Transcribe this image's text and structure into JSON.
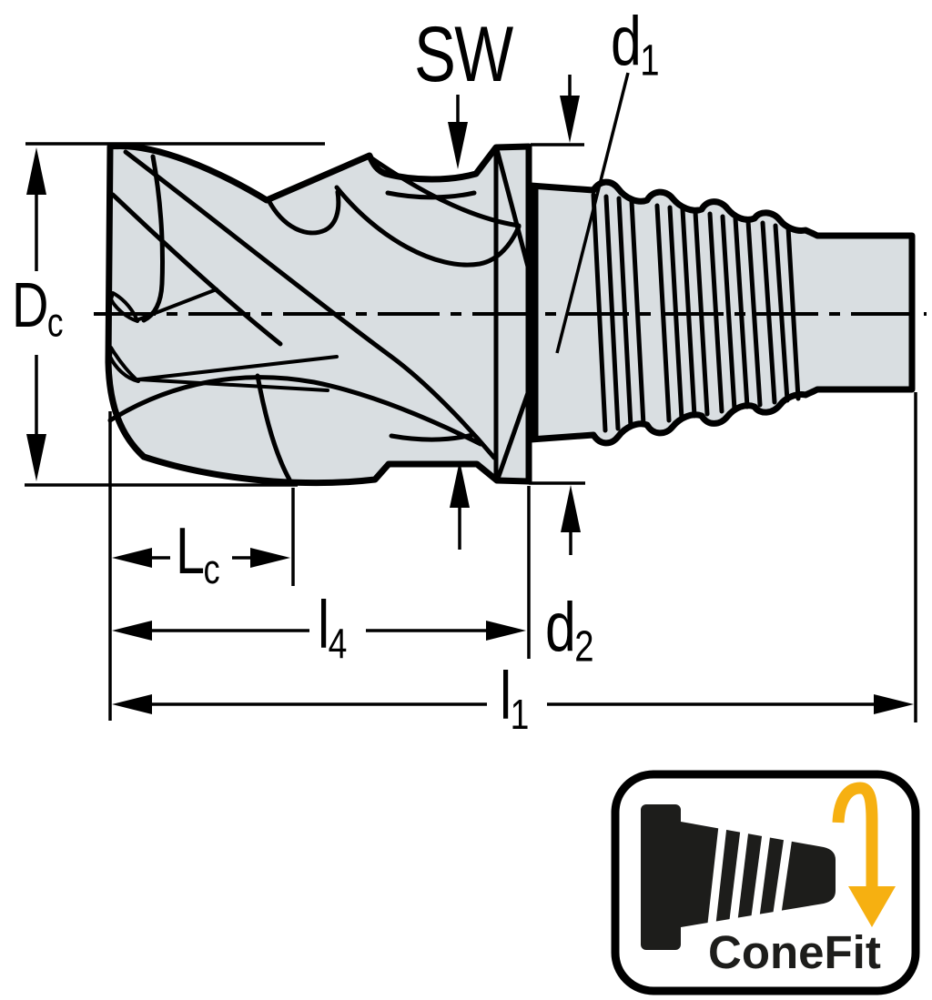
{
  "diagram": {
    "labels": {
      "dc": {
        "base": "D",
        "sub": "c"
      },
      "sw": {
        "base": "SW",
        "sub": ""
      },
      "d1": {
        "base": "d",
        "sub": "1"
      },
      "d2": {
        "base": "d",
        "sub": "2"
      },
      "lc": {
        "base": "L",
        "sub": "c"
      },
      "l4": {
        "base": "l",
        "sub": "4"
      },
      "l1": {
        "base": "l",
        "sub": "1"
      }
    },
    "badge": {
      "text": "ConeFit"
    },
    "colors": {
      "metal_fill": "#d9dee1",
      "outline": "#000000",
      "badge_yellow": "#f6b011",
      "badge_black": "#1d1d1b",
      "background": "#ffffff"
    }
  }
}
